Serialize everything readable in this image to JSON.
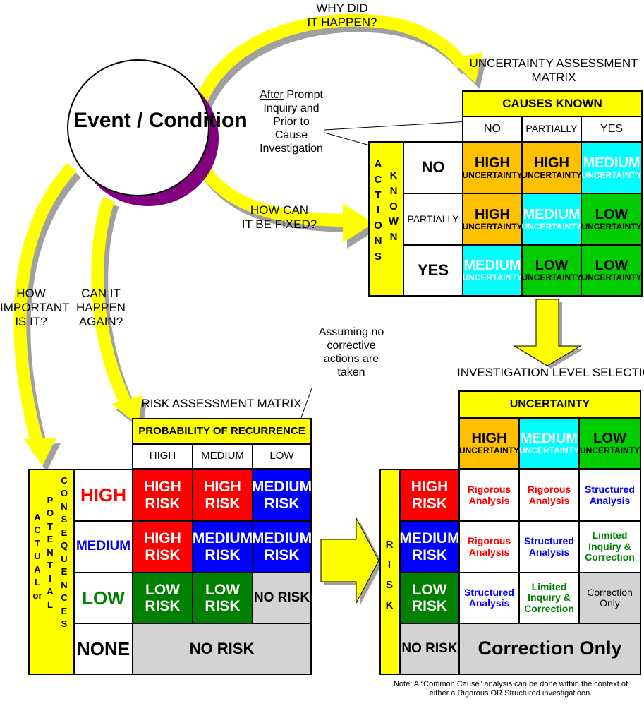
{
  "circle": {
    "label": "Event / Condition"
  },
  "questions": {
    "why_line1": "WHY DID",
    "why_line2": "IT HAPPEN?",
    "fix_line1": "HOW CAN",
    "fix_line2": "IT BE FIXED?",
    "important_line1": "HOW",
    "important_line2": "IMPORTANT",
    "important_line3": "IS IT?",
    "again_line1": "CAN IT",
    "again_line2": "HAPPEN",
    "again_line3": "AGAIN?"
  },
  "notes": {
    "prompt_after": "After",
    "prompt_l1": " Prompt",
    "prompt_l2": "Inquiry and",
    "prompt_prior": "Prior",
    "prompt_to": " to",
    "prompt_l4": "Cause",
    "prompt_l5": "Investigation",
    "assuming_l1": "Assuming no",
    "assuming_l2": "corrective",
    "assuming_l3": "actions are",
    "assuming_l4": "taken",
    "footer_l1": "Note: A “Common Cause” analysis can be done within the context of",
    "footer_l2": "either a Rigorous OR Structured investigatioon."
  },
  "uncertainty_matrix": {
    "title_l1": "UNCERTAINTY ASSESSMENT",
    "title_l2": "MATRIX",
    "col_header": "CAUSES KNOWN",
    "cols": [
      "NO",
      "PARTIALLY",
      "YES"
    ],
    "row_axis_1": [
      "A",
      "C",
      "T",
      "I",
      "O",
      "N",
      "S"
    ],
    "row_axis_2": [
      "K",
      "N",
      "O",
      "W",
      "N"
    ],
    "rows": [
      {
        "label": "NO",
        "cells": [
          [
            "HIGH",
            "UNCERTAINTY"
          ],
          [
            "HIGH",
            "UNCERTAINTY"
          ],
          [
            "MEDIUM",
            "UNCERTAINTY"
          ]
        ]
      },
      {
        "label": "PARTIALLY",
        "cells": [
          [
            "HIGH",
            "UNCERTAINTY"
          ],
          [
            "MEDIUM",
            "UNCERTAINTY"
          ],
          [
            "LOW",
            "UNCERTAINTY"
          ]
        ]
      },
      {
        "label": "YES",
        "cells": [
          [
            "MEDIUM",
            "UNCERTAINTY"
          ],
          [
            "LOW",
            "UNCERTAINTY"
          ],
          [
            "LOW",
            "UNCERTAINTY"
          ]
        ]
      }
    ]
  },
  "risk_matrix": {
    "title": "RISK ASSESSMENT MATRIX",
    "col_header": "PROBABILITY OF RECURRENCE",
    "cols": [
      "HIGH",
      "MEDIUM",
      "LOW"
    ],
    "axis_col1": [
      "A",
      "C",
      "T",
      "U",
      "A",
      "L",
      "or"
    ],
    "axis_col2": [
      "P",
      "O",
      "T",
      "E",
      "N",
      "T",
      "I",
      "A",
      "L"
    ],
    "axis_col3": [
      "C",
      "O",
      "N",
      "S",
      "E",
      "Q",
      "U",
      "E",
      "N",
      "C",
      "E",
      "S"
    ],
    "rows": [
      {
        "label": "HIGH",
        "cells": [
          [
            "HIGH",
            "RISK"
          ],
          [
            "HIGH",
            "RISK"
          ],
          [
            "MEDIUM",
            "RISK"
          ]
        ]
      },
      {
        "label": "MEDIUM",
        "cells": [
          [
            "HIGH",
            "RISK"
          ],
          [
            "MEDIUM",
            "RISK"
          ],
          [
            "MEDIUM",
            "RISK"
          ]
        ]
      },
      {
        "label": "LOW",
        "cells": [
          [
            "LOW",
            "RISK"
          ],
          [
            "LOW",
            "RISK"
          ],
          [
            "NO RISK"
          ]
        ]
      },
      {
        "label": "NONE",
        "span": "NO RISK"
      }
    ]
  },
  "investigation_matrix": {
    "title": "INVESTIGATION LEVEL SELECTION",
    "col_header": "UNCERTAINTY",
    "cols": [
      [
        "HIGH",
        "UNCERTAINTY"
      ],
      [
        "MEDIUM",
        "UNCERTAINTY"
      ],
      [
        "LOW",
        "UNCERTAINTY"
      ]
    ],
    "row_axis": [
      "R",
      "I",
      "S",
      "K"
    ],
    "rows": [
      {
        "label": [
          "HIGH",
          "RISK"
        ],
        "cells": [
          [
            "Rigorous",
            "Analysis"
          ],
          [
            "Rigorous",
            "Analysis"
          ],
          [
            "Structured",
            "Analysis"
          ]
        ]
      },
      {
        "label": [
          "MEDIUM",
          "RISK"
        ],
        "cells": [
          [
            "Rigorous",
            "Analysis"
          ],
          [
            "Structured",
            "Analysis"
          ],
          [
            "Limited",
            "Inquiry &",
            "Correction"
          ]
        ]
      },
      {
        "label": [
          "LOW",
          "RISK"
        ],
        "cells": [
          [
            "Structured",
            "Analysis"
          ],
          [
            "Limited",
            "Inquiry &",
            "Correction"
          ],
          [
            "Correction",
            "Only"
          ]
        ]
      },
      {
        "label": [
          "NO RISK"
        ],
        "span": "Correction Only"
      }
    ]
  },
  "colors": {
    "yellow": "#ffff00",
    "orange": "#ffc000",
    "cyan": "#00ffff",
    "green": "#00cc00",
    "red": "#ff0000",
    "blue": "#0000ff",
    "dark_green": "#008000",
    "gray": "#d3d3d3",
    "purple": "#800080",
    "shadow": "#a0a0a0"
  }
}
